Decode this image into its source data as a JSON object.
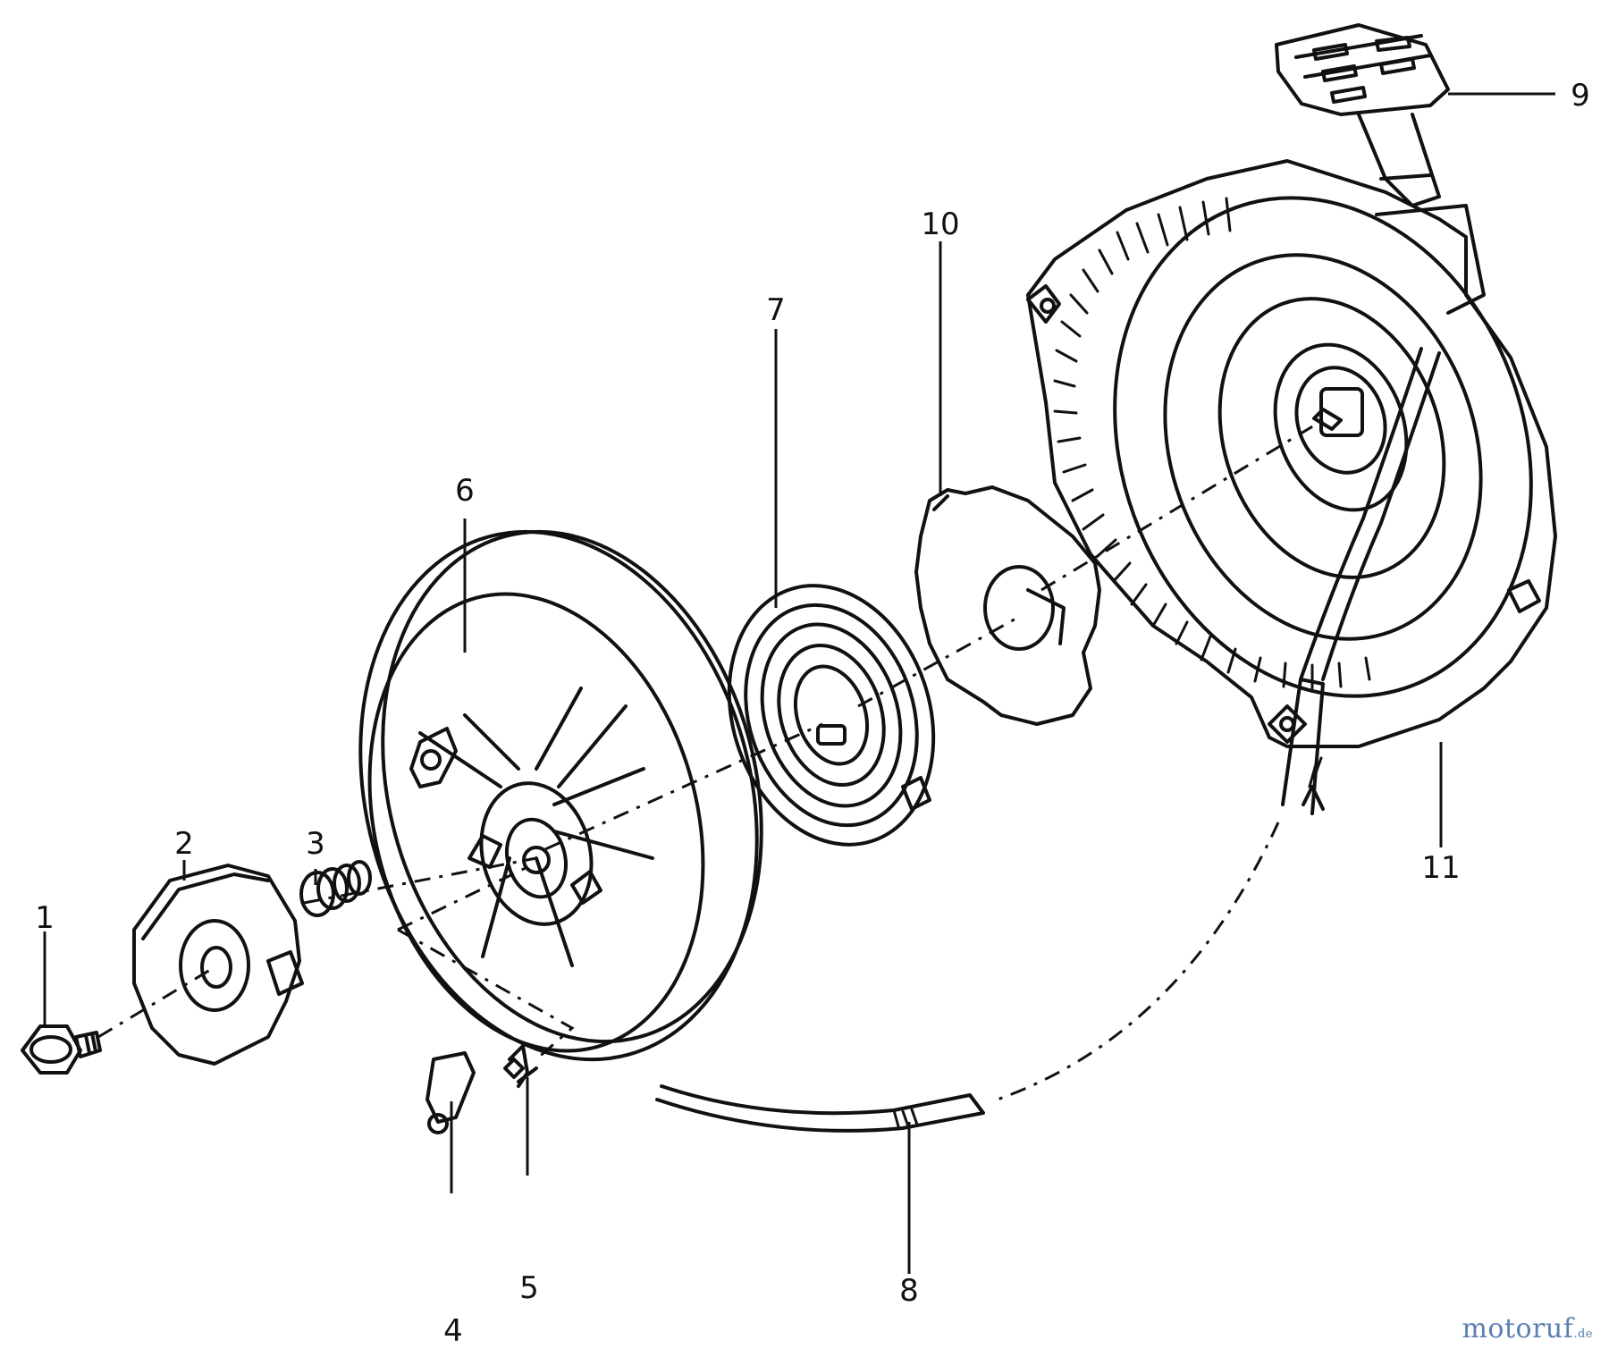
{
  "diagram": {
    "callouts": [
      {
        "id": "1",
        "label": "1"
      },
      {
        "id": "2",
        "label": "2"
      },
      {
        "id": "3",
        "label": "3"
      },
      {
        "id": "4",
        "label": "4"
      },
      {
        "id": "5",
        "label": "5"
      },
      {
        "id": "6",
        "label": "6"
      },
      {
        "id": "7",
        "label": "7"
      },
      {
        "id": "8",
        "label": "8"
      },
      {
        "id": "9",
        "label": "9"
      },
      {
        "id": "10",
        "label": "10"
      },
      {
        "id": "11",
        "label": "11"
      }
    ],
    "ink_color": "#111111"
  },
  "watermark": {
    "main": "motoruf",
    "tld": ".de",
    "color": "#5b7fb0"
  }
}
